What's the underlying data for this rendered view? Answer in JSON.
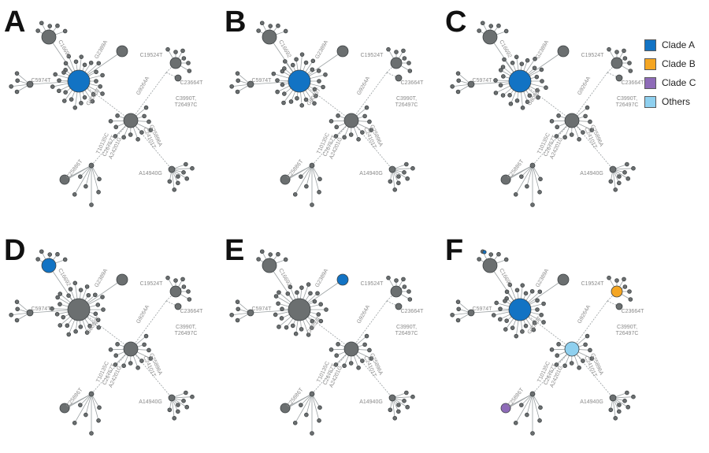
{
  "colors": {
    "node": "#6b6f70",
    "edge": "#9aa0a2",
    "clade_a": "#1273c4",
    "clade_b": "#f5a623",
    "clade_c": "#8e6bb8",
    "others": "#8fd0ef"
  },
  "mutation_labels": {
    "c19524t": "C19524T",
    "c23664t": "C23664T",
    "c3990t": "C3990T,",
    "t26497c": "T26497C",
    "c5974t": "C5974T",
    "c25886t": "C25886T",
    "a14940g": "A14940G",
    "c16692": "C16692",
    "g2389a": "G2389A",
    "g8053t": "G8053T",
    "g9264a": "G9264A",
    "t10135c": "T10135C",
    "c26757t": "C26757T",
    "a24201g": "A24201G",
    "c24101t": "C24101T",
    "g25896a": "G25896A"
  },
  "panels": [
    {
      "letter": "A",
      "highlight": "clade_a_on_central_hub"
    },
    {
      "letter": "B",
      "highlight": "clade_a_on_central_hub"
    },
    {
      "letter": "C",
      "highlight": "clade_a_on_central_hub"
    },
    {
      "letter": "D",
      "highlight": "clade_a_on_top_node"
    },
    {
      "letter": "E",
      "highlight": "clade_a_on_branch_node"
    },
    {
      "letter": "F",
      "highlight": "all_clades"
    }
  ],
  "legend": [
    {
      "label": "Clade A",
      "color": "#1273c4"
    },
    {
      "label": "Clade B",
      "color": "#f5a623"
    },
    {
      "label": "Clade C",
      "color": "#8e6bb8"
    },
    {
      "label": "Others",
      "color": "#8fd0ef"
    }
  ]
}
